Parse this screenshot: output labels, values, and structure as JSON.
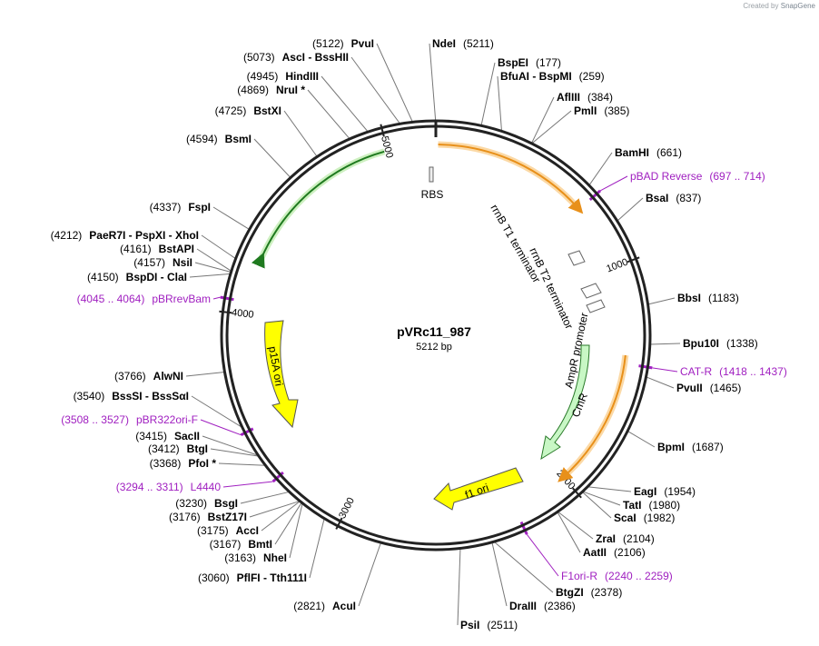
{
  "credit": {
    "prefix": "Created by",
    "brand": "SnapGene"
  },
  "plasmid": {
    "name": "pVRc11_987",
    "size_label": "5212 bp",
    "length": 5212
  },
  "ticks": [
    {
      "pos": 1000,
      "label": "1000"
    },
    {
      "pos": 2000,
      "label": "2000"
    },
    {
      "pos": 3000,
      "label": "3000"
    },
    {
      "pos": 4000,
      "label": "4000"
    },
    {
      "pos": 5000,
      "label": "5000"
    }
  ],
  "features": [
    {
      "name": "pBAD-region",
      "label": "",
      "type": "bar-orange",
      "start": 10,
      "end": 700,
      "dir": 1
    },
    {
      "name": "CAT",
      "label": "",
      "type": "bar-orange",
      "start": 1390,
      "end": 2000,
      "dir": 1
    },
    {
      "name": "p15A-ori-region",
      "label": "",
      "type": "bar-green",
      "start": 4250,
      "end": 4985,
      "dir": -1
    }
  ],
  "inner_features": [
    {
      "id": "cmr",
      "label": "CmR",
      "color": "#c8f7c5"
    },
    {
      "id": "f1ori",
      "label": "f1 ori",
      "color": "#ffff00"
    },
    {
      "id": "p15a",
      "label": "p15A ori",
      "color": "#ffff00"
    },
    {
      "id": "rbs",
      "label": "RBS"
    },
    {
      "id": "rrnb1",
      "label": "rrnB T1 terminator"
    },
    {
      "id": "rrnb2",
      "label": "rrnB T2 terminator"
    },
    {
      "id": "ampr",
      "label": "AmpR promoter"
    }
  ],
  "enzymes": [
    {
      "name": "NdeI",
      "pos": "(5211)",
      "side": "R",
      "at": 5211
    },
    {
      "name": "BspEI",
      "pos": "(177)",
      "side": "R",
      "at": 177
    },
    {
      "name": "BfuAI - BspMI",
      "pos": "(259)",
      "side": "R",
      "at": 259
    },
    {
      "name": "AflIII",
      "pos": "(384)",
      "side": "R",
      "at": 384
    },
    {
      "name": "PmlI",
      "pos": "(385)",
      "side": "R",
      "at": 385
    },
    {
      "name": "BamHI",
      "pos": "(661)",
      "side": "R",
      "at": 661
    },
    {
      "name": "BsaI",
      "pos": "(837)",
      "side": "R",
      "at": 837
    },
    {
      "name": "BbsI",
      "pos": "(1183)",
      "side": "R",
      "at": 1183
    },
    {
      "name": "Bpu10I",
      "pos": "(1338)",
      "side": "R",
      "at": 1338
    },
    {
      "name": "PvuII",
      "pos": "(1465)",
      "side": "R",
      "at": 1465
    },
    {
      "name": "BpmI",
      "pos": "(1687)",
      "side": "R",
      "at": 1687
    },
    {
      "name": "EagI",
      "pos": "(1954)",
      "side": "R",
      "at": 1954
    },
    {
      "name": "TatI",
      "pos": "(1980)",
      "side": "R",
      "at": 1980
    },
    {
      "name": "ScaI",
      "pos": "(1982)",
      "side": "R",
      "at": 1982
    },
    {
      "name": "ZraI",
      "pos": "(2104)",
      "side": "R",
      "at": 2104
    },
    {
      "name": "AatII",
      "pos": "(2106)",
      "side": "R",
      "at": 2106
    },
    {
      "name": "BtgZI",
      "pos": "(2378)",
      "side": "R",
      "at": 2378
    },
    {
      "name": "DraIII",
      "pos": "(2386)",
      "side": "R",
      "at": 2386
    },
    {
      "name": "PsiI",
      "pos": "(2511)",
      "side": "R",
      "at": 2511
    },
    {
      "name": "AcuI",
      "pos": "(2821)",
      "side": "L",
      "at": 2821
    },
    {
      "name": "PflFI - Tth111I",
      "pos": "(3060)",
      "side": "L",
      "at": 3060
    },
    {
      "name": "NheI",
      "pos": "(3163)",
      "side": "L",
      "at": 3163
    },
    {
      "name": "BmtI",
      "pos": "(3167)",
      "side": "L",
      "at": 3167
    },
    {
      "name": "AccI",
      "pos": "(3175)",
      "side": "L",
      "at": 3175
    },
    {
      "name": "BstZ17I",
      "pos": "(3176)",
      "side": "L",
      "at": 3176
    },
    {
      "name": "BsgI",
      "pos": "(3230)",
      "side": "L",
      "at": 3230
    },
    {
      "name": "PfoI *",
      "pos": "(3368)",
      "side": "L",
      "at": 3368
    },
    {
      "name": "BtgI",
      "pos": "(3412)",
      "side": "L",
      "at": 3412
    },
    {
      "name": "SacII",
      "pos": "(3415)",
      "side": "L",
      "at": 3415
    },
    {
      "name": "BssSI - BssSαI",
      "pos": "(3540)",
      "side": "L",
      "at": 3540
    },
    {
      "name": "AlwNI",
      "pos": "(3766)",
      "side": "L",
      "at": 3766
    },
    {
      "name": "BspDI - ClaI",
      "pos": "(4150)",
      "side": "L",
      "at": 4150
    },
    {
      "name": "NsiI",
      "pos": "(4157)",
      "side": "L",
      "at": 4157
    },
    {
      "name": "BstAPI",
      "pos": "(4161)",
      "side": "L",
      "at": 4161
    },
    {
      "name": "PaeR7I - PspXI - XhoI",
      "pos": "(4212)",
      "side": "L",
      "at": 4212
    },
    {
      "name": "FspI",
      "pos": "(4337)",
      "side": "L",
      "at": 4337
    },
    {
      "name": "BsmI",
      "pos": "(4594)",
      "side": "L",
      "at": 4594
    },
    {
      "name": "BstXI",
      "pos": "(4725)",
      "side": "L",
      "at": 4725
    },
    {
      "name": "NruI *",
      "pos": "(4869)",
      "side": "L",
      "at": 4869
    },
    {
      "name": "HindIII",
      "pos": "(4945)",
      "side": "L",
      "at": 4945
    },
    {
      "name": "AscI - BssHII",
      "pos": "(5073)",
      "side": "L",
      "at": 5073
    },
    {
      "name": "PvuI",
      "pos": "(5122)",
      "side": "L",
      "at": 5122
    }
  ],
  "primers": [
    {
      "name": "pBAD Reverse",
      "range": "(697 .. 714)",
      "side": "R",
      "at": 705
    },
    {
      "name": "CAT-R",
      "range": "(1418 .. 1437)",
      "side": "R",
      "at": 1427
    },
    {
      "name": "F1ori-R",
      "range": "(2240 .. 2259)",
      "side": "R",
      "at": 2250
    },
    {
      "name": "L4440",
      "range": "(3294 .. 3311)",
      "side": "L",
      "at": 3302
    },
    {
      "name": "pBR322ori-F",
      "range": "(3508 .. 3527)",
      "side": "L",
      "at": 3517
    },
    {
      "name": "pBRrevBam",
      "range": "(4045 .. 4064)",
      "side": "L",
      "at": 4054
    }
  ],
  "colors": {
    "primer": "#a020c0",
    "orange": "#f5a623",
    "green": "#2ea02e",
    "yellow": "#ffff00",
    "lightgreen": "#c8f7c5"
  }
}
